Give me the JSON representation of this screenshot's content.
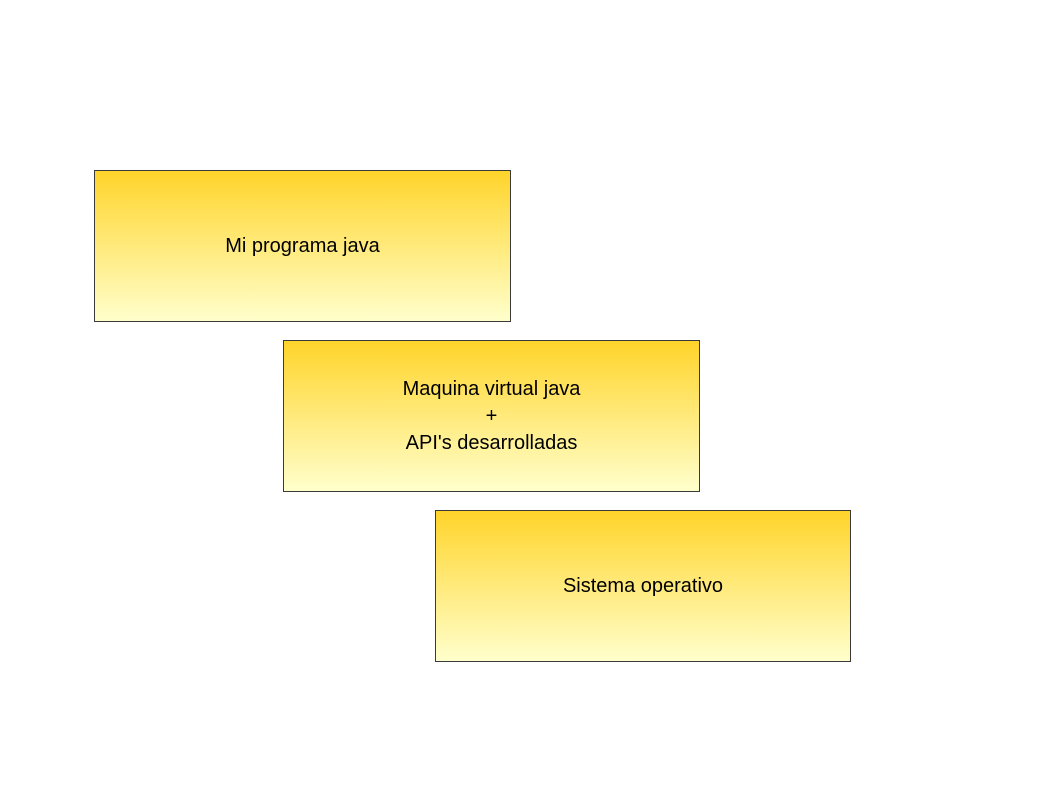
{
  "colors": {
    "gradient_top": "#ffd42a",
    "gradient_bottom": "#ffffcc",
    "border": "#3a3a3a",
    "text": "#000000"
  },
  "layers": [
    {
      "lines": [
        "Mi programa java"
      ]
    },
    {
      "lines": [
        "Maquina virtual java",
        "+",
        "API's desarrolladas"
      ]
    },
    {
      "lines": [
        "Sistema operativo"
      ]
    }
  ]
}
